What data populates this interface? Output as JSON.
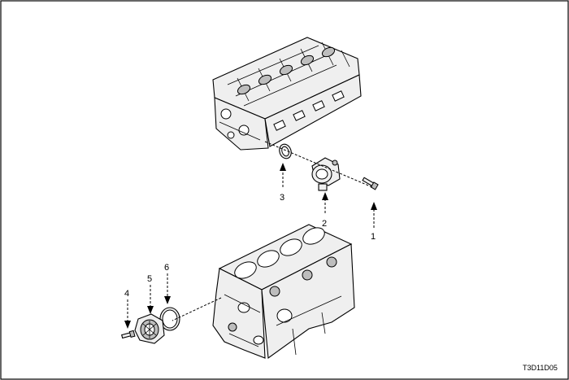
{
  "callouts": {
    "c1": "1",
    "c2": "2",
    "c3": "3",
    "c4": "4",
    "c5": "5",
    "c6": "6"
  },
  "figure_code": "T3D11D05"
}
